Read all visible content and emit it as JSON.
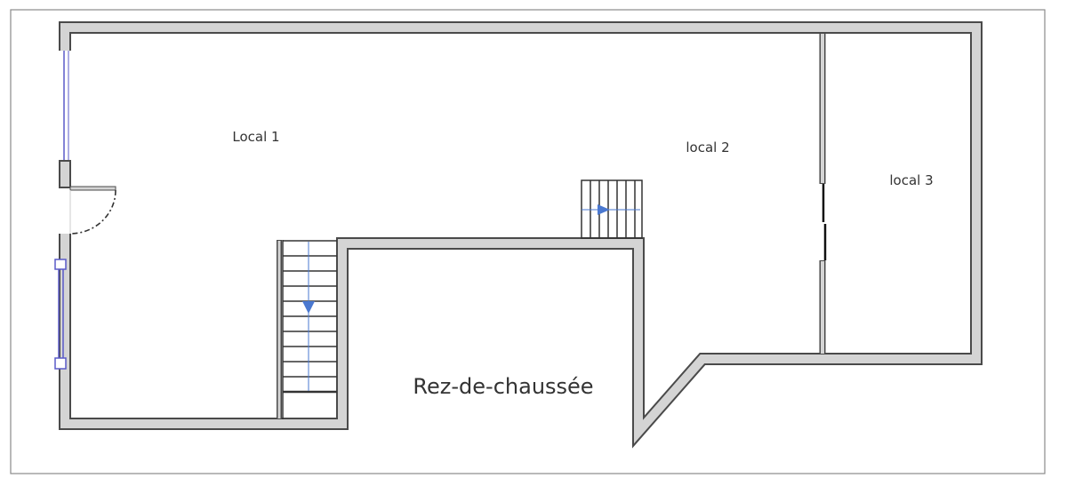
{
  "plan": {
    "rooms": [
      {
        "label": "Local 1"
      },
      {
        "label": "local 2"
      },
      {
        "label": "local 3"
      }
    ],
    "level_label": "Rez-de-chaussée"
  },
  "colors": {
    "wall_fill": "#d4d4d4",
    "wall_outline": "#4a4a4a",
    "window": "#5a5ac8",
    "stair_arrow": "#4a78d0"
  }
}
